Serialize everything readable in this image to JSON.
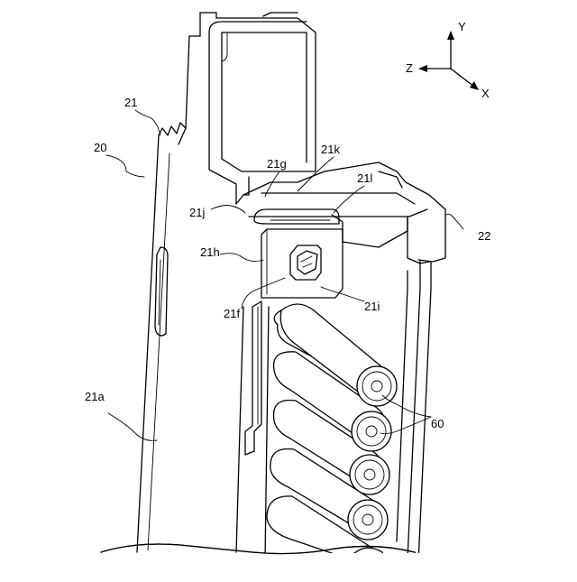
{
  "figure": {
    "labels": {
      "ref_20": "20",
      "ref_21": "21",
      "ref_21a": "21a",
      "ref_21f": "21f",
      "ref_21g": "21g",
      "ref_21h": "21h",
      "ref_21i": "21i",
      "ref_21j": "21j",
      "ref_21k": "21k",
      "ref_21l": "21l",
      "ref_22": "22",
      "ref_60": "60"
    },
    "axes": {
      "x": "X",
      "y": "Y",
      "z": "Z"
    }
  }
}
